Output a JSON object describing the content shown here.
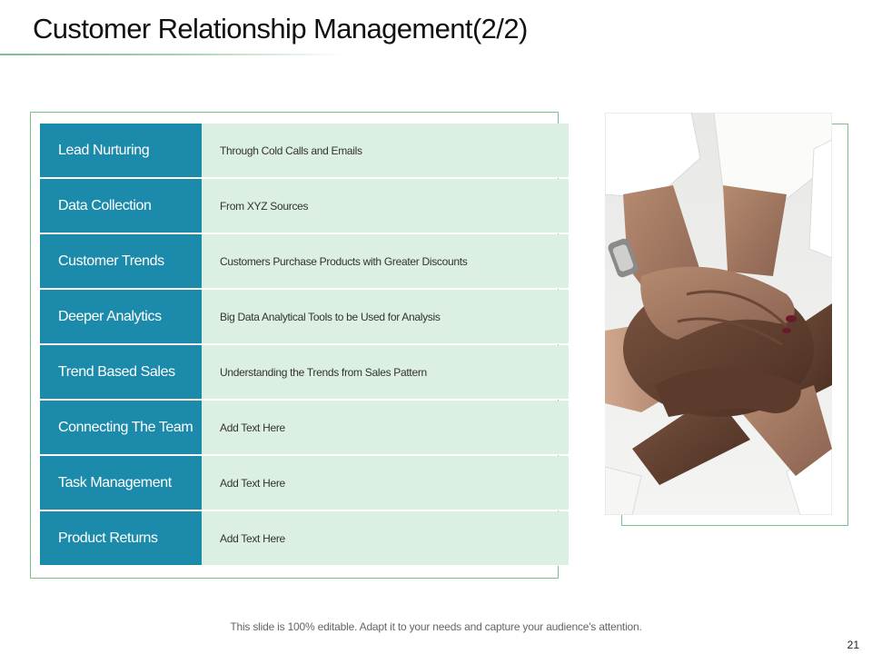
{
  "slide": {
    "title": "Customer Relationship Management(2/2)",
    "footer": "This slide is 100% editable. Adapt it to your needs and capture your audience's attention.",
    "page_number": "21"
  },
  "table": {
    "rows": [
      {
        "label": "Lead Nurturing",
        "description": "Through Cold Calls and Emails"
      },
      {
        "label": "Data Collection",
        "description": "From XYZ Sources"
      },
      {
        "label": "Customer Trends",
        "description": "Customers Purchase Products with Greater Discounts"
      },
      {
        "label": "Deeper Analytics",
        "description": "Big Data Analytical Tools to be Used for Analysis"
      },
      {
        "label": "Trend Based Sales",
        "description": "Understanding the Trends from Sales Pattern"
      },
      {
        "label": "Connecting The Team",
        "description": "Add Text Here"
      },
      {
        "label": "Task Management",
        "description": "Add Text Here"
      },
      {
        "label": "Product Returns",
        "description": "Add Text Here"
      }
    ]
  },
  "colors": {
    "label_bg": "#1c8aaa",
    "desc_bg": "#dbefe2",
    "accent_green": "#7cbf8a"
  }
}
